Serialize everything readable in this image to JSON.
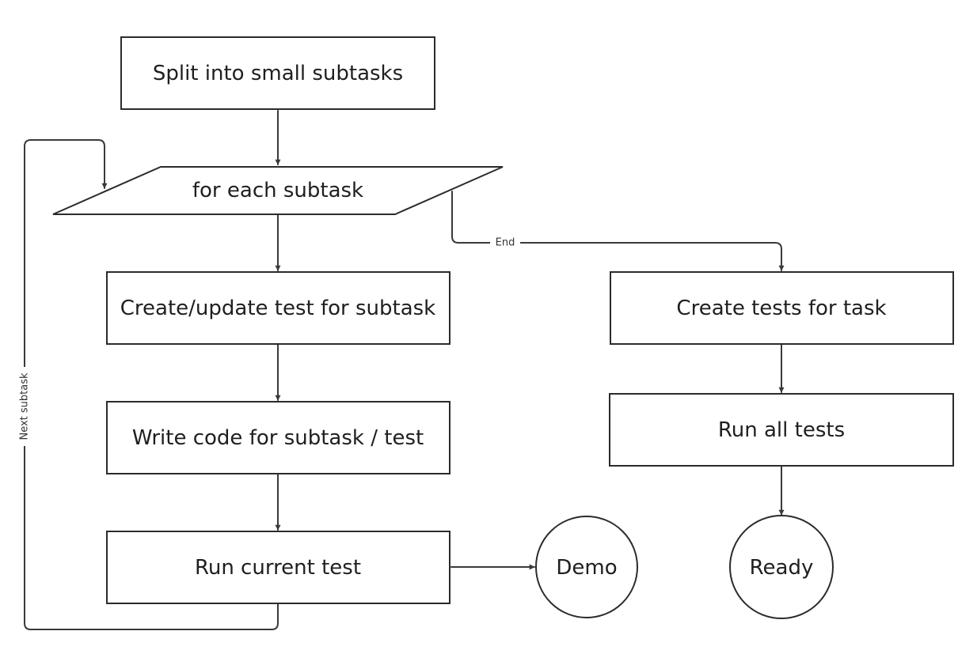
{
  "diagram": {
    "type": "flowchart",
    "colors": {
      "stroke": "#2b2b2b",
      "background": "#ffffff",
      "text": "#1f1f1f"
    },
    "nodes": {
      "split": "Split into small subtasks",
      "foreach": "for each subtask",
      "create_update_test": "Create/update test for subtask",
      "write_code": "Write code for subtask / test",
      "run_current": "Run current test",
      "demo": "Demo",
      "create_tests_task": "Create tests for task",
      "run_all": "Run all tests",
      "ready": "Ready"
    },
    "edge_labels": {
      "end": "End",
      "next_subtask": "Next subtask"
    },
    "edges": [
      {
        "from": "split",
        "to": "foreach"
      },
      {
        "from": "foreach",
        "to": "create_update_test"
      },
      {
        "from": "create_update_test",
        "to": "write_code"
      },
      {
        "from": "write_code",
        "to": "run_current"
      },
      {
        "from": "run_current",
        "to": "demo"
      },
      {
        "from": "run_current",
        "to": "foreach",
        "label": "Next subtask"
      },
      {
        "from": "foreach",
        "to": "create_tests_task",
        "label": "End"
      },
      {
        "from": "create_tests_task",
        "to": "run_all"
      },
      {
        "from": "run_all",
        "to": "ready"
      }
    ]
  }
}
